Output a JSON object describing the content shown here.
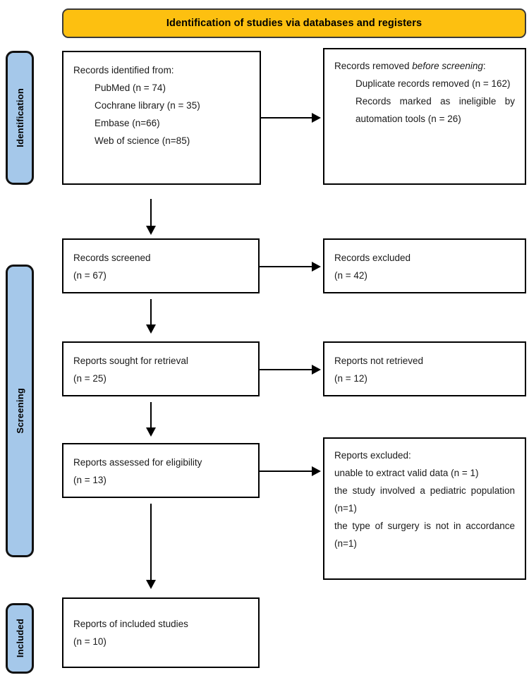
{
  "banner": {
    "title": "Identification of studies via databases and registers"
  },
  "stages": [
    {
      "id": "identification",
      "label": "Identification"
    },
    {
      "id": "screening",
      "label": "Screening"
    },
    {
      "id": "included",
      "label": "Included"
    }
  ],
  "boxes": {
    "records_identified": {
      "heading": "Records identified from:",
      "sources": [
        "PubMed (n = 74)",
        "Cochrane library (n = 35)",
        "Embase (n=66)",
        "Web of science (n=85)"
      ]
    },
    "records_removed": {
      "heading_pre": "Records removed ",
      "heading_em": "before screening",
      "heading_post": ":",
      "items": [
        "Duplicate records removed (n = 162)",
        "Records marked as ineligible by automation tools (n = 26)"
      ]
    },
    "records_screened": {
      "label": "Records screened",
      "count": "(n = 67)"
    },
    "records_excluded": {
      "label": "Records excluded",
      "count": "(n = 42)"
    },
    "reports_sought": {
      "label": "Reports sought for retrieval",
      "count": "(n = 25)"
    },
    "reports_not_retrieved": {
      "label": "Reports not retrieved",
      "count": "(n = 12)"
    },
    "reports_assessed": {
      "label": "Reports assessed for eligibility",
      "count": "(n = 13)"
    },
    "reports_excluded": {
      "heading": "Reports excluded:",
      "reasons": [
        "unable to extract valid data (n = 1)",
        "the study involved a pediatric population (n=1)",
        "the type of surgery is not in accordance (n=1)"
      ]
    },
    "reports_included": {
      "label": "Reports of included studies",
      "count": "(n = 10)"
    }
  },
  "colors": {
    "banner_fill": "#FDC010",
    "stage_fill": "#A5C8EA",
    "box_border": "#000000",
    "text": "#1a1a1a"
  }
}
